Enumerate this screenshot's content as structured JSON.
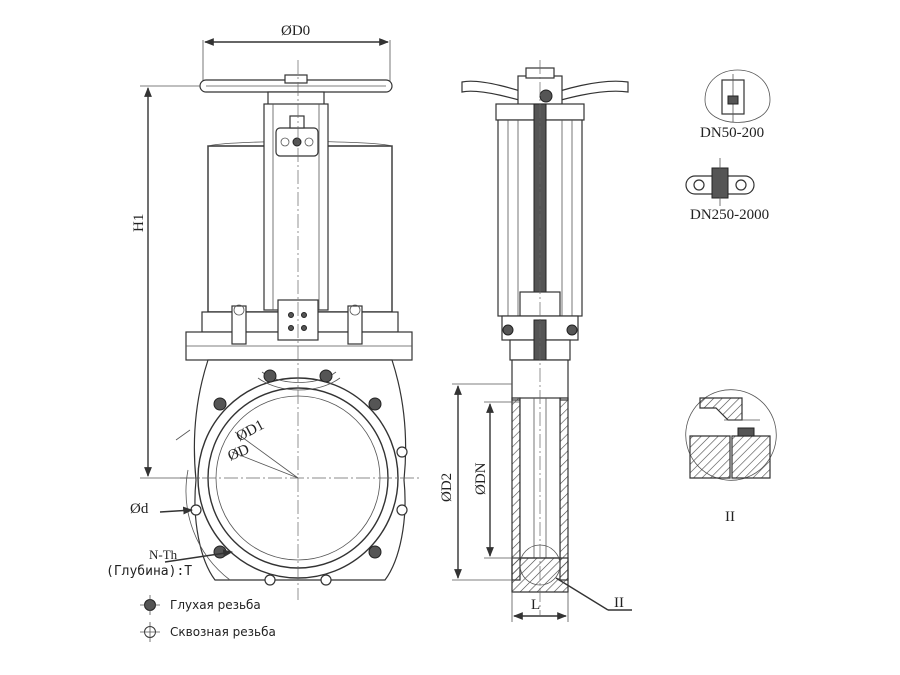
{
  "labels": {
    "d0": "ØD0",
    "h1": "H1",
    "d1": "ØD1",
    "d": "ØD",
    "small_d": "Ød",
    "n_th": "N-Th",
    "depth": "(Глубина):T",
    "d2": "ØD2",
    "dn": "ØDN",
    "l": "L",
    "section_ref": "II",
    "section_title": "II",
    "dn50": "DN50-200",
    "dn250": "DN250-2000"
  },
  "legend": [
    {
      "label": "Глухая резьба",
      "marker": "filled-circle"
    },
    {
      "label": "Сквозная резьба",
      "marker": "open-circle"
    }
  ],
  "colors": {
    "line": "#333333",
    "fill_dark": "#555555",
    "background": "#ffffff"
  }
}
